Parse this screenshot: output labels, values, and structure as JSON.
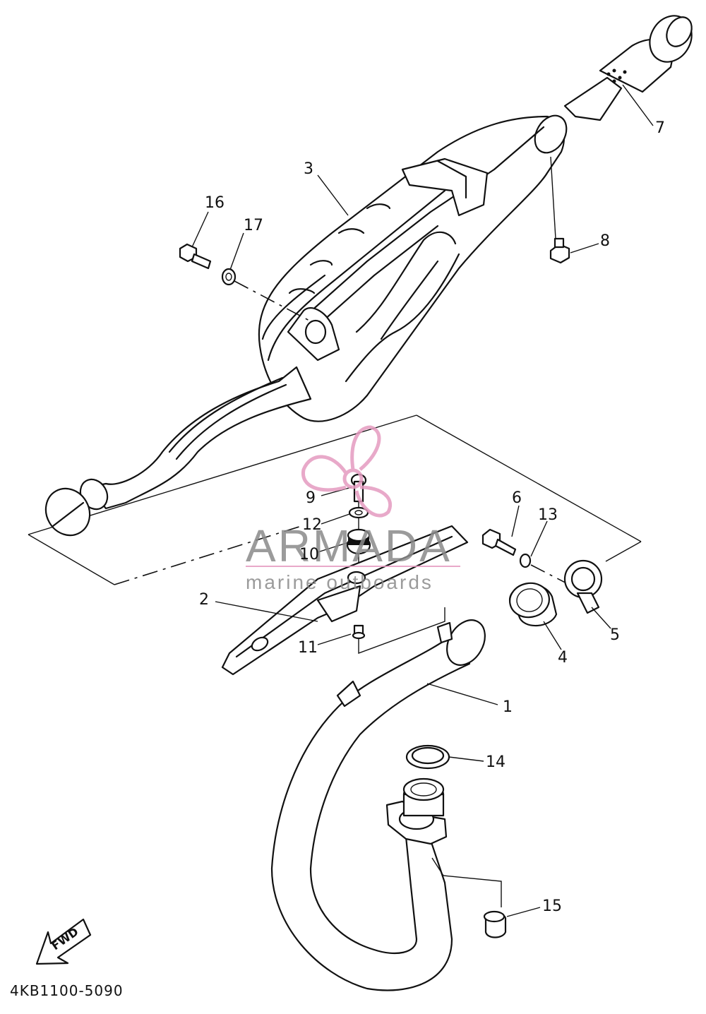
{
  "diagram": {
    "code": "4KB1100-5090",
    "fwd_label": "FWD",
    "watermark": {
      "brand": "ARMADA",
      "tagline": "marine outboards",
      "accent_color": "#e59bc0",
      "text_color": "#8a8a8a"
    },
    "callouts": [
      {
        "id": "1",
        "label": "1"
      },
      {
        "id": "2",
        "label": "2"
      },
      {
        "id": "3",
        "label": "3"
      },
      {
        "id": "4",
        "label": "4"
      },
      {
        "id": "5",
        "label": "5"
      },
      {
        "id": "6",
        "label": "6"
      },
      {
        "id": "7",
        "label": "7"
      },
      {
        "id": "8",
        "label": "8"
      },
      {
        "id": "9",
        "label": "9"
      },
      {
        "id": "10",
        "label": "10"
      },
      {
        "id": "11",
        "label": "11"
      },
      {
        "id": "12",
        "label": "12"
      },
      {
        "id": "13",
        "label": "13"
      },
      {
        "id": "14",
        "label": "14"
      },
      {
        "id": "15",
        "label": "15"
      },
      {
        "id": "16",
        "label": "16"
      },
      {
        "id": "17",
        "label": "17"
      }
    ]
  }
}
